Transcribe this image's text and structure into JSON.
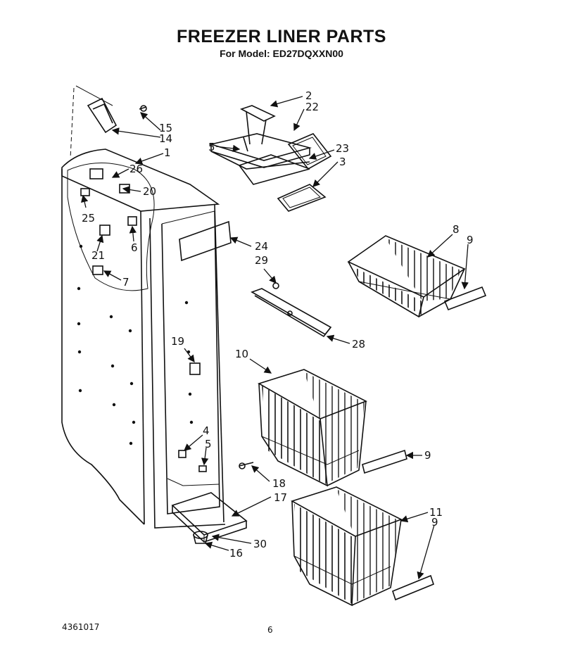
{
  "header": {
    "title": "FREEZER LINER PARTS",
    "subtitle": "For Model: ED27DQXXN00"
  },
  "footer": {
    "doc_number": "4361017",
    "page_number": "6"
  },
  "callouts": [
    {
      "id": "c1",
      "text": "1"
    },
    {
      "id": "c2",
      "text": "2"
    },
    {
      "id": "c3",
      "text": "3"
    },
    {
      "id": "c4",
      "text": "4"
    },
    {
      "id": "c5a",
      "text": "5"
    },
    {
      "id": "c5b",
      "text": "5"
    },
    {
      "id": "c6",
      "text": "6"
    },
    {
      "id": "c7",
      "text": "7"
    },
    {
      "id": "c8",
      "text": "8"
    },
    {
      "id": "c9a",
      "text": "9"
    },
    {
      "id": "c9b",
      "text": "9"
    },
    {
      "id": "c9c",
      "text": "9"
    },
    {
      "id": "c10",
      "text": "10"
    },
    {
      "id": "c11",
      "text": "11"
    },
    {
      "id": "c14",
      "text": "14"
    },
    {
      "id": "c15",
      "text": "15"
    },
    {
      "id": "c16",
      "text": "16"
    },
    {
      "id": "c17",
      "text": "17"
    },
    {
      "id": "c18",
      "text": "18"
    },
    {
      "id": "c19",
      "text": "19"
    },
    {
      "id": "c20",
      "text": "20"
    },
    {
      "id": "c21",
      "text": "21"
    },
    {
      "id": "c22",
      "text": "22"
    },
    {
      "id": "c23",
      "text": "23"
    },
    {
      "id": "c24",
      "text": "24"
    },
    {
      "id": "c25",
      "text": "25"
    },
    {
      "id": "c26",
      "text": "26"
    },
    {
      "id": "c28",
      "text": "28"
    },
    {
      "id": "c29",
      "text": "29"
    },
    {
      "id": "c30",
      "text": "30"
    }
  ]
}
